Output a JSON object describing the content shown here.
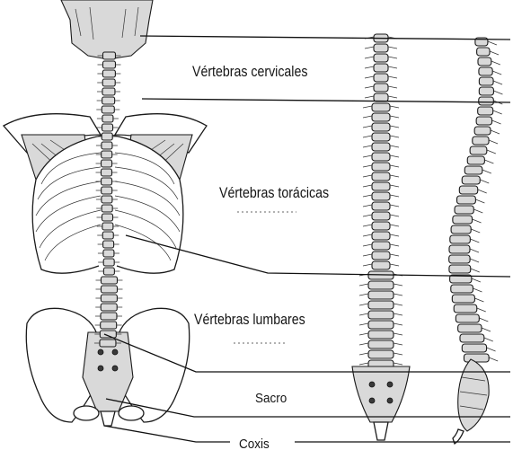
{
  "figure": {
    "labels": {
      "cervical": "Vértebras cervicales",
      "thoracic": "Vértebras torácicas",
      "lumbar": "Vértebras lumbares",
      "sacrum": "Sacro",
      "coccyx": "Coxis"
    }
  },
  "icons": {
    "posterior_skeleton": "posterior-skeleton-drawing",
    "front_spine": "anterior-spine-drawing",
    "side_spine": "lateral-spine-drawing"
  }
}
